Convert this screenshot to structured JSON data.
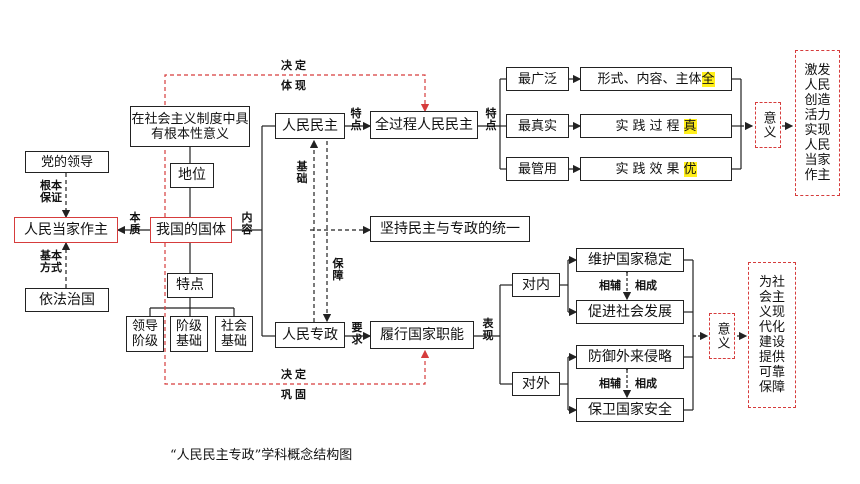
{
  "nodes": {
    "dang": "党的领导",
    "renmin_dangjia": "人民当家作主",
    "yifa": "依法治国",
    "guoti": "我国的国体",
    "shehui_zhidu": "在社会主义制度中具 有根本性意义",
    "diwei": "地位",
    "tedian": "特点",
    "lingdao": "领导阶级",
    "jieji": "阶级基础",
    "shehui": "社会基础",
    "renmin_minzhu": "人民民主",
    "renmin_zhuanzheng": "人民专政",
    "quanguocheng": "全过程人民民主",
    "jianchi": "坚持民主与专政的统一",
    "lvxing": "履行国家职能",
    "zuiguang": "最广泛",
    "zuizhen": "最真实",
    "zuiguan": "最管用",
    "xingshi_pre": "形式、内容、主体",
    "xingshi_hl": "全",
    "shijian_guocheng_pre": "实践过程",
    "shijian_guocheng_hl": "真",
    "shijian_xiaoguo_pre": "实践效果",
    "shijian_xiaoguo_hl": "优",
    "yiyi1": "意义",
    "jifa": "激发人民创造活力实现人民当家作主",
    "duinei": "对内",
    "duiwai": "对外",
    "weihu": "维护国家稳定",
    "cujin": "促进社会发展",
    "fangyu": "防御外来侵略",
    "baowei": "保卫国家安全",
    "yiyi2": "意义",
    "weishehui": "为社会主义现代化建设提供可靠保障"
  },
  "labels": {
    "genben_baozheng": "根本保证",
    "jiben_fangshi": "基本方式",
    "benzhi": "本质",
    "neirong": "内容",
    "jueding_top": "决定",
    "tixian": "体现",
    "tedian1": "特点",
    "tedian2": "特点",
    "jichu": "基础",
    "baozhang": "保障",
    "yaoqiu": "要求",
    "biaoxian": "表现",
    "jueding_bottom": "决定",
    "gonggu": "巩固",
    "xiangfu1": "相辅",
    "xiangcheng1": "相成",
    "xiangfu2": "相辅",
    "xiangcheng2": "相成"
  },
  "caption": "“人民民主专政”学科概念结构图",
  "colors": {
    "line": "#222222",
    "accent_red": "#d63c3c",
    "highlight": "#ffef1a"
  }
}
